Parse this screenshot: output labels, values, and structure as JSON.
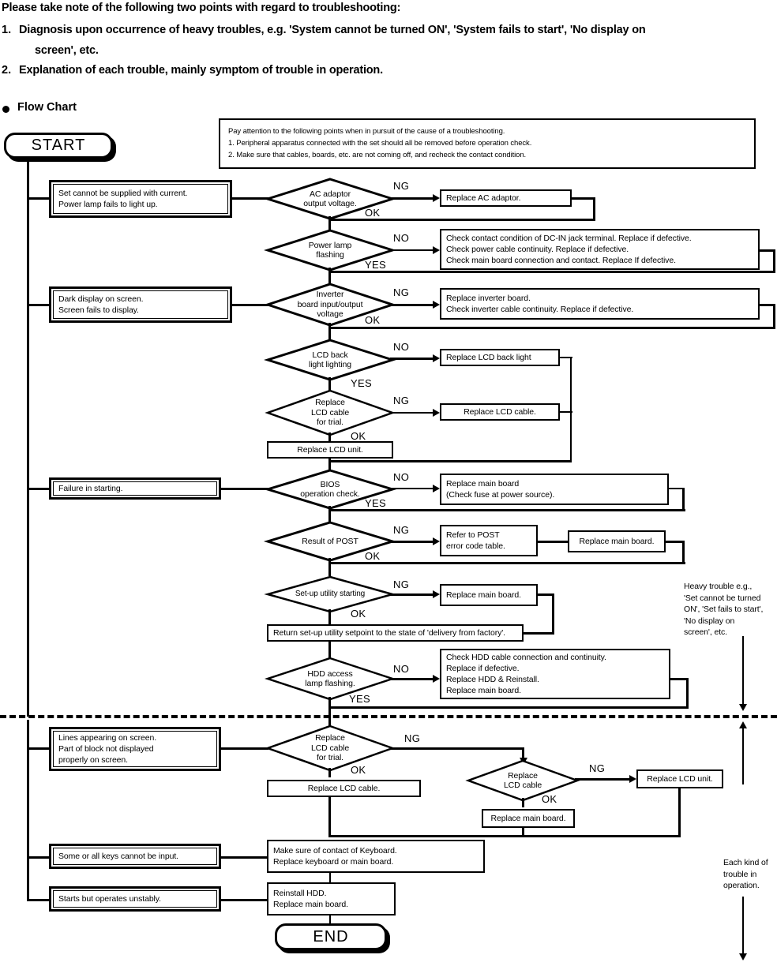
{
  "intro": {
    "lead": "Please take note of the following two points with regard to troubleshooting:",
    "item1_num": "1.",
    "item1_line1": "Diagnosis upon occurrence of heavy troubles, e.g. 'System cannot be turned ON',  'System fails to start', 'No display on",
    "item1_line2": "screen', etc.",
    "item2_num": "2.",
    "item2_line1": "Explanation of each trouble, mainly symptom of trouble in operation.",
    "section_heading": "Flow Chart"
  },
  "note_box": {
    "line1": "Pay attention to the following points when in pursuit of the cause of a troubleshooting.",
    "line2": "1. Peripheral apparatus connected with the set should all be removed before operation check.",
    "line3": "2. Make sure that cables, boards, etc. are not coming off, and recheck the contact condition."
  },
  "terminators": {
    "start": "START",
    "end": "END"
  },
  "symptoms": [
    {
      "id": "power",
      "line1": "Set cannot be supplied with current.",
      "line2": "Power lamp fails to light up."
    },
    {
      "id": "display",
      "line1": "Dark display on screen.",
      "line2": "Screen fails to display."
    },
    {
      "id": "starting",
      "line1": "Failure in starting."
    },
    {
      "id": "lines",
      "line1": "Lines appearing on screen.",
      "line2": "Part of block not displayed",
      "line3": "properly on screen."
    },
    {
      "id": "keys",
      "line1": "Some or all keys cannot be input."
    },
    {
      "id": "unstable",
      "line1": "Starts but operates unstably."
    }
  ],
  "decisions": [
    {
      "id": "ac-adaptor",
      "line1": "AC adaptor",
      "line2": "output voltage.",
      "line3": "",
      "yes": "NG",
      "no": "OK"
    },
    {
      "id": "power-lamp",
      "line1": "Power lamp",
      "line2": "flashing",
      "line3": "",
      "yes": "NO",
      "no": "YES"
    },
    {
      "id": "inverter",
      "line1": "Inverter",
      "line2": "board input/output",
      "line3": "voltage",
      "yes": "NG",
      "no": "OK"
    },
    {
      "id": "backlight",
      "line1": "LCD back",
      "line2": "light lighting",
      "line3": "",
      "yes": "NO",
      "no": "YES"
    },
    {
      "id": "lcd-cable-1",
      "line1": "Replace",
      "line2": "LCD cable",
      "line3": "for trial.",
      "yes": "NG",
      "no": "OK"
    },
    {
      "id": "bios",
      "line1": "BIOS",
      "line2": "operation check.",
      "line3": "",
      "yes": "NO",
      "no": "YES"
    },
    {
      "id": "post",
      "line1": "Result of POST",
      "line2": "",
      "line3": "",
      "yes": "NG",
      "no": "OK"
    },
    {
      "id": "setup",
      "line1": "Set-up utility starting",
      "line2": "",
      "line3": "",
      "yes": "NG",
      "no": "OK"
    },
    {
      "id": "hdd",
      "line1": "HDD access",
      "line2": "lamp flashing.",
      "line3": "",
      "yes": "NO",
      "no": "YES"
    },
    {
      "id": "lcd-cable-2",
      "line1": "Replace",
      "line2": "LCD cable",
      "line3": "for trial.",
      "yes": "NG",
      "no": "OK"
    },
    {
      "id": "lcd-cable-3",
      "line1": "Replace",
      "line2": "LCD cable",
      "line3": "",
      "yes": "NG",
      "no": "OK"
    }
  ],
  "actions": {
    "replace_ac_adaptor": "Replace AC adaptor.",
    "dcin": {
      "line1": "Check contact condition of DC-IN jack  terminal. Replace if defective.",
      "line2": "Check power cable continuity.  Replace if defective.",
      "line3": "Check main board connection and contact. Replace If defective."
    },
    "inverter": {
      "line1": "Replace inverter board.",
      "line2": "Check inverter cable continuity. Replace if defective."
    },
    "replace_backlight": "Replace LCD back light",
    "replace_lcd_cable": "Replace LCD cable.",
    "replace_lcd_unit": "Replace LCD unit.",
    "main_board_fuse": {
      "line1": "Replace main board",
      "line2": "(Check fuse at power source)."
    },
    "post_table": {
      "line1": "Refer to POST",
      "line2": "error code table."
    },
    "replace_main_board": "Replace main board.",
    "return_setup": "Return set-up utility setpoint to the state of 'delivery from factory'.",
    "hdd_checks": {
      "line1": "Check HDD cable connection and continuity.",
      "line2": "Replace if defective.",
      "line3": "Replace HDD & Reinstall.",
      "line4": "Replace main board."
    },
    "replace_lcd_cable_2": "Replace LCD cable.",
    "replace_main_board_2": "Replace main board.",
    "keyboard": {
      "line1": "Make sure of contact of Keyboard.",
      "line2": "Replace keyboard or main board."
    },
    "reinstall_hdd": {
      "line1": "Reinstall HDD.",
      "line2": "Replace main board."
    }
  },
  "annotations": {
    "heavy": {
      "line1": "Heavy trouble e.g.,",
      "line2": "'Set cannot be turned",
      "line3": "ON', 'Set fails to start',",
      "line4": "'No display on",
      "line5": "screen', etc."
    },
    "each_kind": {
      "line1": "Each kind of",
      "line2": "trouble in",
      "line3": "operation."
    }
  },
  "colors": {
    "ink": "#000000",
    "paper": "#ffffff"
  }
}
